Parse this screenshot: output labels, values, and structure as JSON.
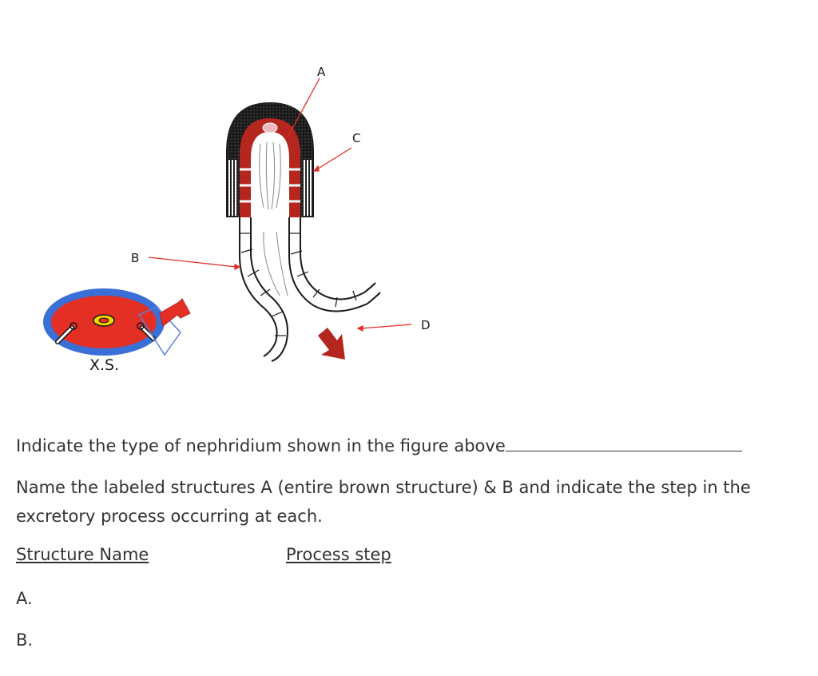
{
  "figure": {
    "labels": {
      "a": "A",
      "b": "B",
      "c": "C",
      "d": "D",
      "xs": "X.S."
    }
  },
  "questions": {
    "q1": "Indicate the type of nephridium shown in the figure above",
    "q2": "Name the labeled structures A (entire brown structure)  & B and indicate the step in the excretory process occurring at each."
  },
  "table": {
    "structure_header": "Structure Name",
    "step_header": "Process step",
    "row_a": "A.",
    "row_b": "B."
  },
  "colors": {
    "red": "#e32f24",
    "dark_red": "#b5261e",
    "blue": "#3a6fd8",
    "yellow": "#f5d800",
    "black": "#1a1a1a"
  }
}
